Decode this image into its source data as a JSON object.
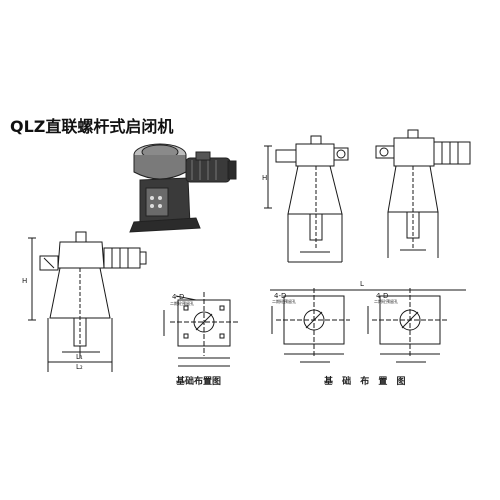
{
  "title": "QLZ直联螺杆式启闭机",
  "captions": {
    "foundation_single": "基础布置图",
    "foundation_double": "基 础 布 置 图"
  },
  "dimension_labels": {
    "h": "H",
    "l": "L",
    "l1": "L₁",
    "l2": "L₂",
    "d": "4-D",
    "d_sub": "二期砼预留孔"
  },
  "colors": {
    "ink": "#1a1a1a",
    "photo_dark": "#2b2b2b",
    "photo_mid": "#6a6a6a",
    "photo_light": "#bdbdbd"
  }
}
